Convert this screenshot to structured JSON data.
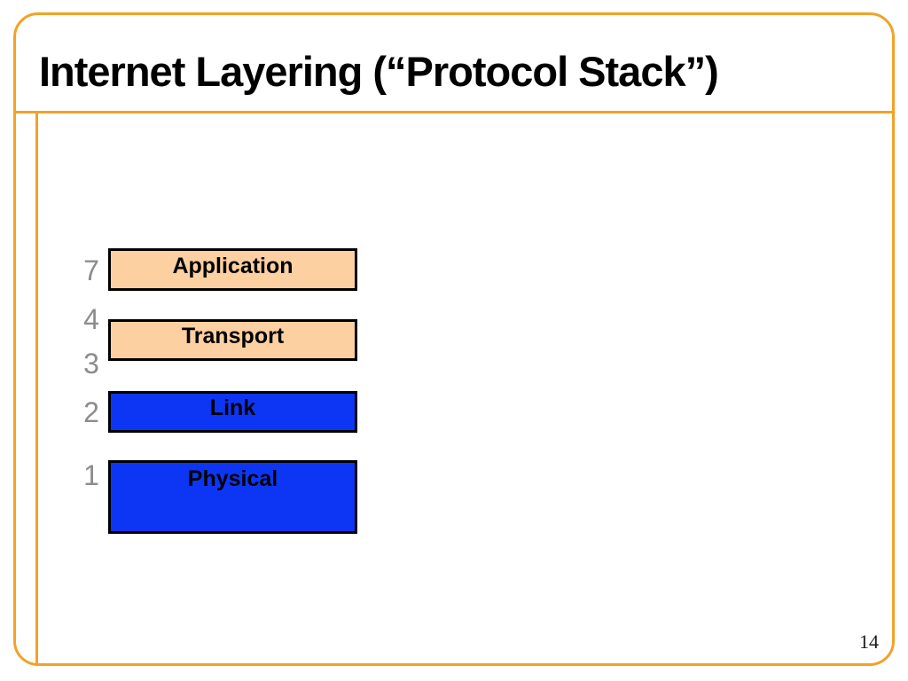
{
  "slide": {
    "title": "Internet Layering (“Protocol Stack”)",
    "page_number": "14"
  },
  "colors": {
    "frame_orange": "#F2A226",
    "layer_fill_peach": "#FDD0A2",
    "layer_fill_blue": "#0D36F4",
    "layer_box_border": "#000000",
    "layer_number_gray": "#8C8C8C",
    "title_text": "#000000"
  },
  "stack": {
    "numbers": [
      "7",
      "4",
      "3",
      "2",
      "1"
    ],
    "boxes": [
      {
        "label": "Application",
        "fill": "peach"
      },
      {
        "label": "Transport",
        "fill": "peach"
      },
      {
        "label": "Link",
        "fill": "blue"
      },
      {
        "label": "Physical",
        "fill": "blue"
      }
    ]
  }
}
